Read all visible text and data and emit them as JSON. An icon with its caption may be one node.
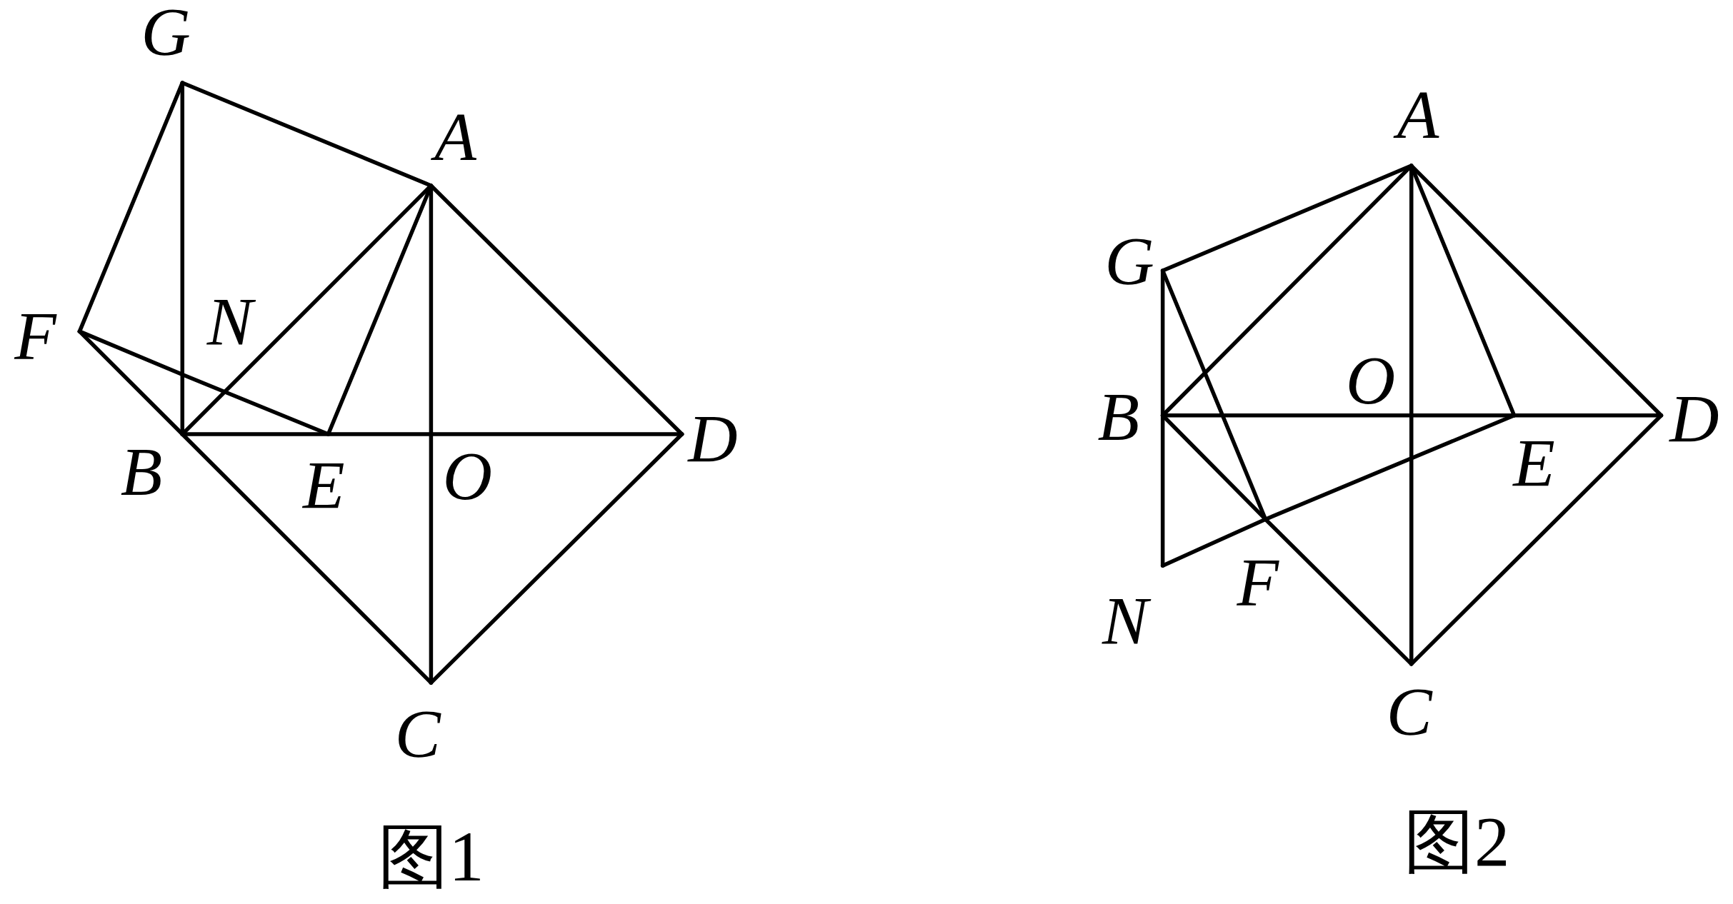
{
  "diagram": {
    "nodes": [
      {
        "text": [
          "G"
        ]
      },
      {
        "text": [
          "A"
        ]
      },
      {
        "text": [
          "F"
        ]
      },
      {
        "text": [
          "N"
        ]
      },
      {
        "text": [
          "B"
        ]
      },
      {
        "text": [
          "E"
        ]
      },
      {
        "text": [
          "O"
        ]
      },
      {
        "text": [
          "D"
        ]
      },
      {
        "text": [
          "C"
        ]
      },
      {
        "text": [
          "A"
        ]
      },
      {
        "text": [
          "G"
        ]
      },
      {
        "text": [
          "B"
        ]
      },
      {
        "text": [
          "O"
        ]
      },
      {
        "text": [
          "D"
        ]
      },
      {
        "text": [
          "E"
        ]
      },
      {
        "text": [
          "F"
        ]
      },
      {
        "text": [
          "N"
        ]
      },
      {
        "text": [
          "C"
        ]
      }
    ],
    "edges": [
      {
        "from": 0,
        "to": 1,
        "arrow": "none"
      },
      {
        "from": 0,
        "to": 2,
        "arrow": "none"
      },
      {
        "from": 0,
        "to": 3,
        "arrow": "none"
      },
      {
        "from": 3,
        "to": 4,
        "arrow": "none"
      },
      {
        "from": 2,
        "to": 4,
        "arrow": "none"
      },
      {
        "from": 4,
        "to": 8,
        "arrow": "none"
      },
      {
        "from": 1,
        "to": 4,
        "arrow": "none"
      },
      {
        "from": 1,
        "to": 7,
        "arrow": "none"
      },
      {
        "from": 7,
        "to": 8,
        "arrow": "none"
      },
      {
        "from": 1,
        "to": 6,
        "arrow": "none"
      },
      {
        "from": 6,
        "to": 8,
        "arrow": "none"
      },
      {
        "from": 4,
        "to": 5,
        "arrow": "none"
      },
      {
        "from": 5,
        "to": 6,
        "arrow": "none"
      },
      {
        "from": 6,
        "to": 7,
        "arrow": "none"
      },
      {
        "from": 1,
        "to": 5,
        "arrow": "none"
      },
      {
        "from": 2,
        "to": 3,
        "arrow": "none"
      },
      {
        "from": 3,
        "to": 5,
        "arrow": "none"
      },
      {
        "from": 9,
        "to": 10,
        "arrow": "none"
      },
      {
        "from": 10,
        "to": 11,
        "arrow": "none"
      },
      {
        "from": 11,
        "to": 16,
        "arrow": "none"
      },
      {
        "from": 11,
        "to": 9,
        "arrow": "none"
      },
      {
        "from": 9,
        "to": 13,
        "arrow": "none"
      },
      {
        "from": 13,
        "to": 17,
        "arrow": "none"
      },
      {
        "from": 17,
        "to": 15,
        "arrow": "none"
      },
      {
        "from": 15,
        "to": 11,
        "arrow": "none"
      },
      {
        "from": 9,
        "to": 12,
        "arrow": "none"
      },
      {
        "from": 12,
        "to": 17,
        "arrow": "none"
      },
      {
        "from": 11,
        "to": 12,
        "arrow": "none"
      },
      {
        "from": 12,
        "to": 14,
        "arrow": "none"
      },
      {
        "from": 14,
        "to": 13,
        "arrow": "none"
      },
      {
        "from": 9,
        "to": 14,
        "arrow": "none"
      },
      {
        "from": 10,
        "to": 15,
        "arrow": "none"
      },
      {
        "from": 16,
        "to": 15,
        "arrow": "none"
      },
      {
        "from": 15,
        "to": 14,
        "arrow": "none"
      }
    ],
    "labels": [
      "图1",
      "图2"
    ]
  }
}
